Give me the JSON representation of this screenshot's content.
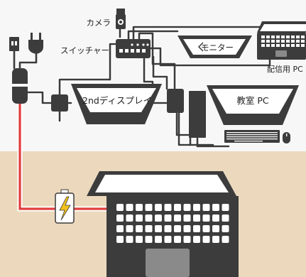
{
  "labels": {
    "camera": "カメラ",
    "switcher": "スイッチャー",
    "monitor": "モニター",
    "broadcast_pc": "配信用 PC",
    "second_display": "2ndディスプレイ",
    "classroom_pc": "教室 PC"
  },
  "colors": {
    "wall": "#f7f7f7",
    "desk": "#ecd9bd",
    "device": "#3c3c3c",
    "cable": "#3c3c3c",
    "power_cable": "#e23c3c",
    "bolt": "#f2c21a"
  },
  "icons": [
    "plug-icon",
    "ac-plug-icon",
    "adapter-icon",
    "battery-bolt-icon",
    "camera-icon",
    "switcher-icon",
    "laptop-icon",
    "keyboard-icon",
    "mouse-icon"
  ]
}
